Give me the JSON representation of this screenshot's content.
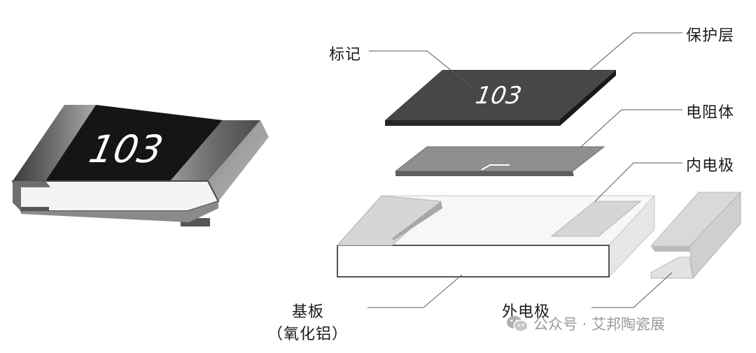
{
  "chip_marking": "103",
  "layer_marking": "103",
  "labels": {
    "marking": "标记",
    "protective_layer": "保护层",
    "resistor_body": "电阻体",
    "inner_electrode": "内电极",
    "substrate_line1": "基板",
    "substrate_line2": "（氧化铝）",
    "outer_electrode": "外电极"
  },
  "watermark": {
    "text": "公众号 · 艾邦陶瓷展",
    "icon": "wechat-icon"
  },
  "colors": {
    "protective_layer": "#4a4a4a",
    "resistor_body": "#8c8c8c",
    "substrate": "#ffffff",
    "electrode": "#d4d4d4"
  }
}
